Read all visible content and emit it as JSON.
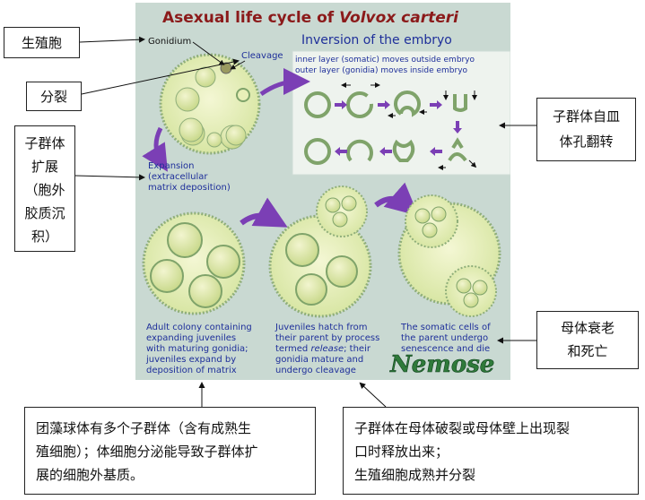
{
  "figure": {
    "title_prefix": "Asexual life cycle of ",
    "title_species": "Volvox carteri",
    "labels": {
      "gonidium": "Gonidium",
      "cleavage": "Cleavage",
      "inversion_title": "Inversion of the embryo",
      "inversion_line1": "inner layer (somatic) moves outside embryo",
      "inversion_line2": "outer layer (gonidia) moves inside embryo",
      "expansion_line1": "Expansion",
      "expansion_line2": "(extracellular",
      "expansion_line3": "matrix deposition)",
      "adult_line1": "Adult colony containing",
      "adult_line2": "expanding juveniles",
      "adult_line3": "with maturing gonidia;",
      "adult_line4": "juveniles expand by",
      "adult_line5": "deposition of matrix",
      "hatch_line1": "Juveniles hatch from",
      "hatch_line2": "their parent by process",
      "hatch_line3": "termed ",
      "hatch_line3_em": "release",
      "hatch_line3_end": "; their",
      "hatch_line4": "gonidia mature and",
      "hatch_line5": "undergo cleavage",
      "senescence_line1": "The somatic cells of",
      "senescence_line2": "the parent undergo",
      "senescence_line3": "senescence and die",
      "signature": "Nemose"
    },
    "colors": {
      "panel_bg": "#c9d9d2",
      "title": "#8b1a1a",
      "text_blue": "#1e2f9a",
      "cell_fill": "#e8efb8",
      "cell_edge": "#7fa36a",
      "arrow": "#7b3fb5"
    }
  },
  "callouts": {
    "gonidium": "生殖胞",
    "cleavage": "分裂",
    "expansion": [
      "子群体",
      "扩展",
      "（胞外",
      "胶质沉",
      "积）"
    ],
    "inversion": [
      "子群体自皿",
      "体孔翻转"
    ],
    "senescence": [
      "母体衰老",
      "和死亡"
    ],
    "adult_colony": [
      "团藻球体有多个子群体（含有成熟生",
      "殖细胞）；体细胞分泌能导致子群体扩",
      "展的细胞外基质。"
    ],
    "release": [
      "子群体在母体破裂或母体壁上出现裂",
      "口时释放出来；",
      "生殖细胞成熟并分裂"
    ]
  }
}
